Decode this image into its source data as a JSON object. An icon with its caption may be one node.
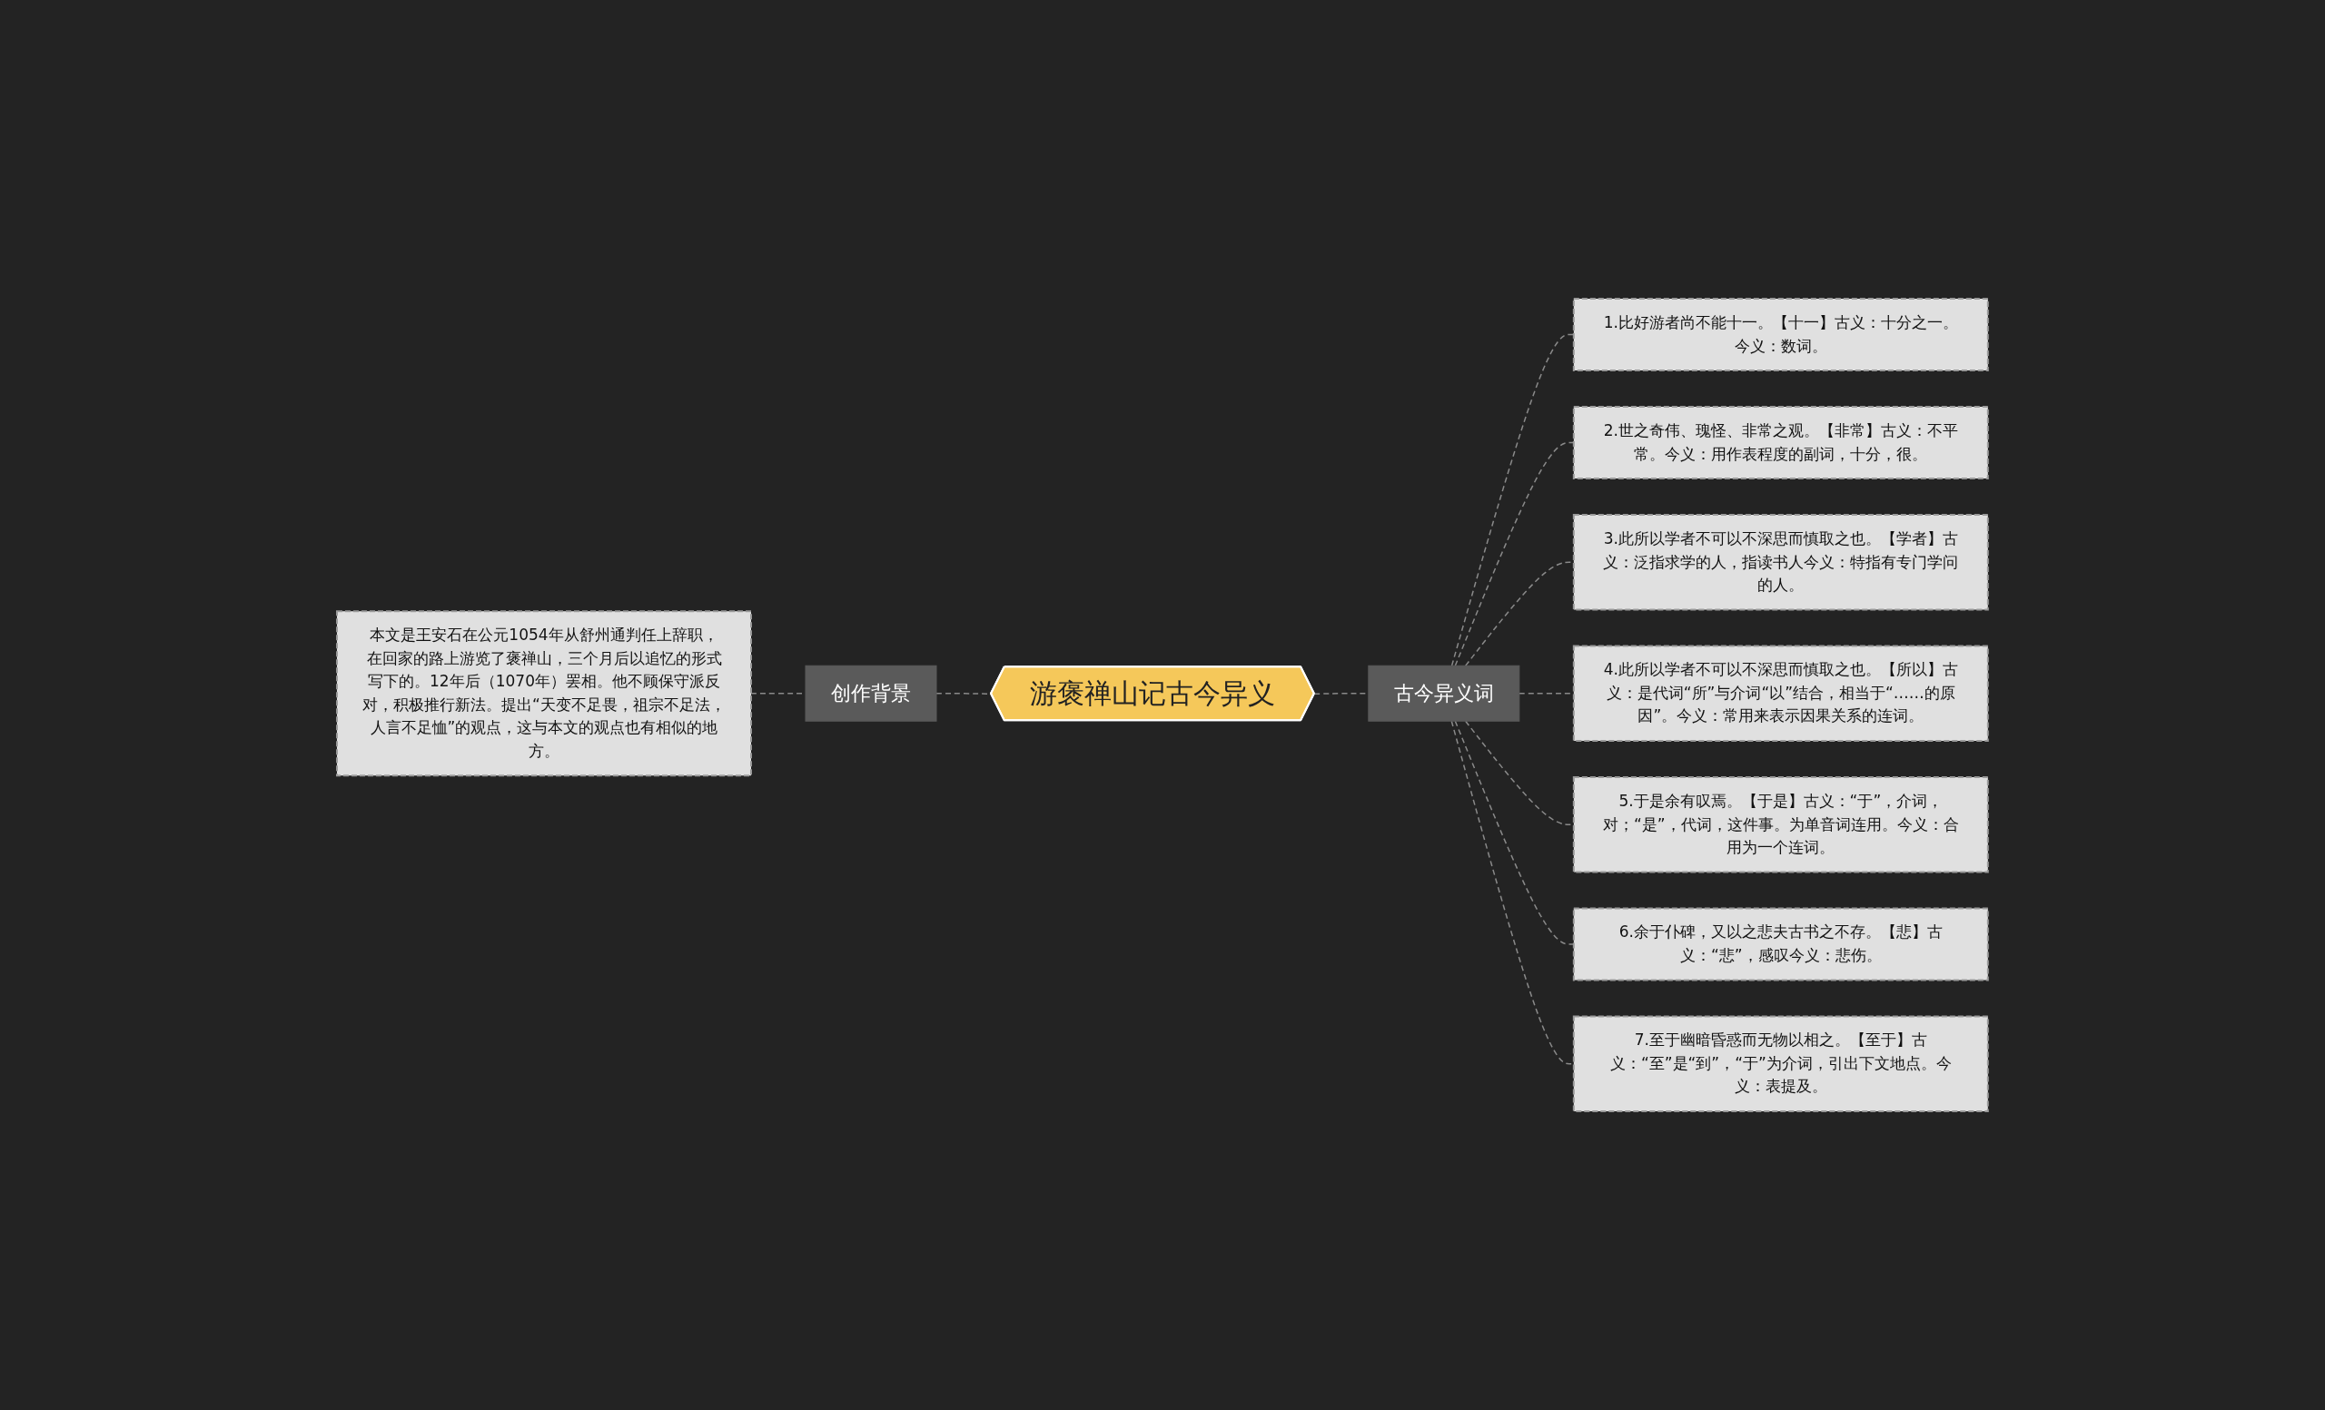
{
  "diagram": {
    "nodes": [
      {
        "text": [
          "游褒禅山记古今异义"
        ]
      },
      {
        "text": [
          "创作背景"
        ]
      },
      {
        "text": [
          "本文是王安石在公元1054年从舒州通判任上辞职，在回家的路上游览了褒禅山，三个月后以追忆的形式写下的。12年后（1070年）罢相。他不顾保守派反对，积极推行新法。提出“天变不足畏，祖宗不足法，人言不足恤”的观点，这与本文的观点也有相似的地方。"
        ]
      },
      {
        "text": [
          "古今异义词"
        ]
      },
      {
        "text": [
          "1.比好游者尚不能十一。【十一】古义：十分之一。今义：数词。"
        ]
      },
      {
        "text": [
          "2.世之奇伟、瑰怪、非常之观。【非常】古义：不平常。今义：用作表程度的副词，十分，很。"
        ]
      },
      {
        "text": [
          "3.此所以学者不可以不深思而慎取之也。【学者】古义：泛指求学的人，指读书人今义：特指有专门学问的人。"
        ]
      },
      {
        "text": [
          "4.此所以学者不可以不深思而慎取之也。【所以】古义：是代词“所”与介词“以”结合，相当于“……的原因”。今义：常用来表示因果关系的连词。"
        ]
      },
      {
        "text": [
          "5.于是余有叹焉。【于是】古义：“于”，介词，对；“是”，代词，这件事。为单音词连用。今义：合用为一个连词。"
        ]
      },
      {
        "text": [
          "6.余于仆碑，又以之悲夫古书之不存。【悲】古义：“悲”，感叹今义：悲伤。"
        ]
      },
      {
        "text": [
          "7.至于幽暗昏惑而无物以相之。【至于】古义：“至”是“到”，“于”为介词，引出下文地点。今义：表提及。"
        ]
      }
    ],
    "edges": [
      {
        "from": 2,
        "to": 1,
        "arrow": "none",
        "style": "dashed"
      },
      {
        "from": 1,
        "to": 0,
        "arrow": "none",
        "style": "dashed"
      },
      {
        "from": 0,
        "to": 3,
        "arrow": "none",
        "style": "dashed"
      },
      {
        "from": 3,
        "to": 4,
        "arrow": "none",
        "style": "dashed"
      },
      {
        "from": 3,
        "to": 5,
        "arrow": "none",
        "style": "dashed"
      },
      {
        "from": 3,
        "to": 6,
        "arrow": "none",
        "style": "dashed"
      },
      {
        "from": 3,
        "to": 7,
        "arrow": "none",
        "style": "dashed"
      },
      {
        "from": 3,
        "to": 8,
        "arrow": "none",
        "style": "dashed"
      },
      {
        "from": 3,
        "to": 9,
        "arrow": "none",
        "style": "dashed"
      },
      {
        "from": 3,
        "to": 10,
        "arrow": "none",
        "style": "dashed"
      }
    ]
  }
}
